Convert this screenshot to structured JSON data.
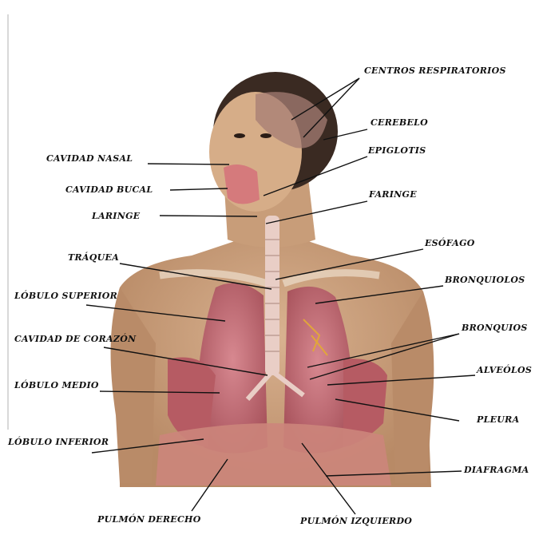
{
  "labels": {
    "centros_respiratorios": "CENTROS RESPIRATORIOS",
    "cerebelo": "CEREBELO",
    "epiglotis": "EPIGLOTIS",
    "faringe": "FARINGE",
    "esofago": "ESÓFAGO",
    "bronquiolos": "BRONQUIOLOS",
    "bronquios": "BRONQUIOS",
    "alveolos": "ALVEÓLOS",
    "pleura": "PLEURA",
    "diafragma": "DIAFRAGMA",
    "cavidad_nasal": "CAVIDAD NASAL",
    "cavidad_bucal": "CAVIDAD BUCAL",
    "laringe": "LARINGE",
    "traquea": "TRÁQUEA",
    "lobulo_superior": "LÓBULO SUPERIOR",
    "cavidad_corazon": "CAVIDAD DE CORAZÓN",
    "lobulo_medio": "LÓBULO MEDIO",
    "lobulo_inferior": "LÓBULO INFERIOR",
    "pulmon_derecho": "PULMÓN DERECHO",
    "pulmon_izquierdo": "PULMÓN IZQUIERDO"
  },
  "colors": {
    "skin": "#c9a07e",
    "skin_shadow": "#a77856",
    "hair": "#3a2a22",
    "lung": "#c7737a",
    "lung_dark": "#a34f58",
    "muscle": "#d08a80",
    "trachea": "#e6c8c0",
    "leader": "#111111"
  }
}
